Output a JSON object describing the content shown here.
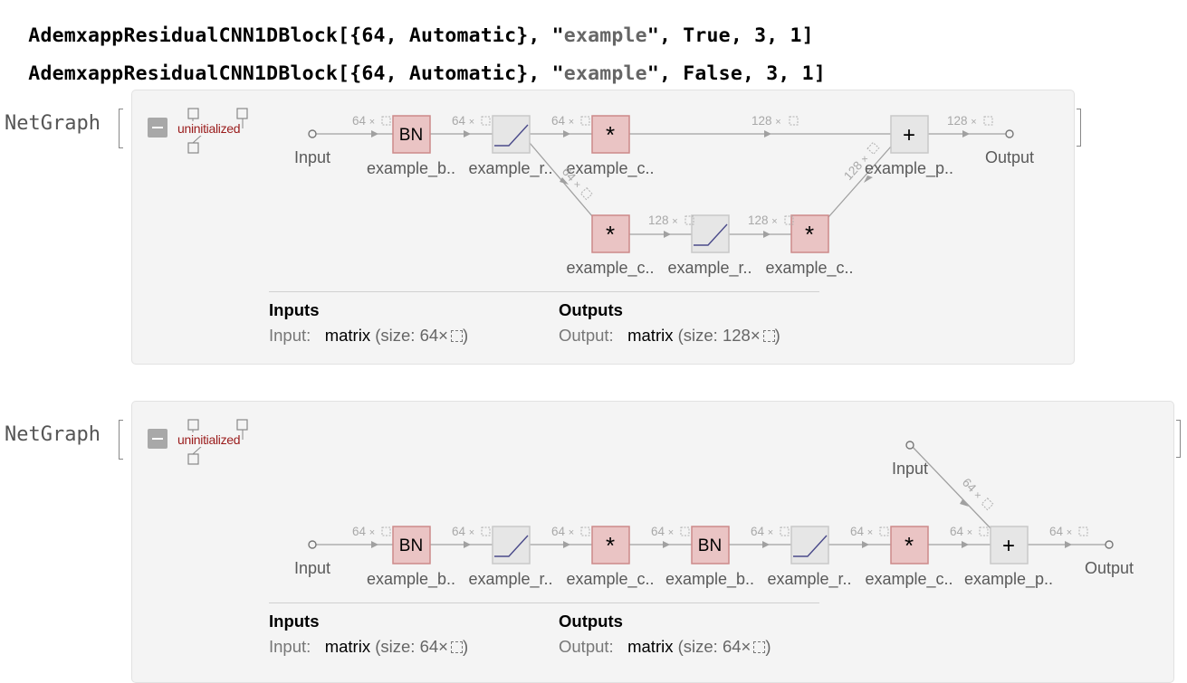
{
  "code_lines": [
    {
      "func": "AdemxappResidualCNN1DBlock",
      "open": "[{64, Automatic}, \"",
      "str": "example",
      "close": "\", True, 3, 1]"
    },
    {
      "func": "AdemxappResidualCNN1DBlock",
      "open": "[{64, Automatic}, \"",
      "str": "example",
      "close": "\", False, 3, 1]"
    }
  ],
  "output_label": "NetGraph",
  "uninitialized_label": "uninitialized",
  "graph1": {
    "nodes": [
      {
        "id": "input",
        "type": "port",
        "label": "Input"
      },
      {
        "id": "bn",
        "type": "bn",
        "symbol": "BN",
        "label": "example_b.."
      },
      {
        "id": "relu1",
        "type": "ramp",
        "label": "example_r.."
      },
      {
        "id": "conv1",
        "type": "conv",
        "symbol": "*",
        "label": "example_c.."
      },
      {
        "id": "total",
        "type": "total",
        "symbol": "+",
        "label": "example_p.."
      },
      {
        "id": "output",
        "type": "port",
        "label": "Output"
      },
      {
        "id": "conv2",
        "type": "conv",
        "symbol": "*",
        "label": "example_c.."
      },
      {
        "id": "relu2",
        "type": "ramp",
        "label": "example_r.."
      },
      {
        "id": "conv3",
        "type": "conv",
        "symbol": "*",
        "label": "example_c.."
      }
    ],
    "edge_dims": [
      "64",
      "64",
      "64",
      "128",
      "128",
      "64",
      "128",
      "128",
      "128"
    ],
    "dim_symbol": "×",
    "inputs": {
      "heading": "Inputs",
      "name": "Input:",
      "type": "matrix",
      "size_prefix": "(size: ",
      "size": "64",
      "times": "×",
      "size_suffix": ")"
    },
    "outputs": {
      "heading": "Outputs",
      "name": "Output:",
      "type": "matrix",
      "size_prefix": "(size: ",
      "size": "128",
      "times": "×",
      "size_suffix": ")"
    }
  },
  "graph2": {
    "nodes": [
      {
        "id": "input",
        "type": "port",
        "label": "Input"
      },
      {
        "id": "bn1",
        "type": "bn",
        "symbol": "BN",
        "label": "example_b.."
      },
      {
        "id": "relu1",
        "type": "ramp",
        "label": "example_r.."
      },
      {
        "id": "conv1",
        "type": "conv",
        "symbol": "*",
        "label": "example_c.."
      },
      {
        "id": "bn2",
        "type": "bn",
        "symbol": "BN",
        "label": "example_b.."
      },
      {
        "id": "relu2",
        "type": "ramp",
        "label": "example_r.."
      },
      {
        "id": "conv2",
        "type": "conv",
        "symbol": "*",
        "label": "example_c.."
      },
      {
        "id": "total",
        "type": "total",
        "symbol": "+",
        "label": "example_p.."
      },
      {
        "id": "output",
        "type": "port",
        "label": "Output"
      },
      {
        "id": "input2",
        "type": "port",
        "label": "Input"
      }
    ],
    "edge_dims": [
      "64",
      "64",
      "64",
      "64",
      "64",
      "64",
      "64",
      "64",
      "64"
    ],
    "dim_symbol": "×",
    "inputs": {
      "heading": "Inputs",
      "name": "Input:",
      "type": "matrix",
      "size_prefix": "(size: ",
      "size": "64",
      "times": "×",
      "size_suffix": ")"
    },
    "outputs": {
      "heading": "Outputs",
      "name": "Output:",
      "type": "matrix",
      "size_prefix": "(size: ",
      "size": "64",
      "times": "×",
      "size_suffix": ")"
    }
  },
  "colors": {
    "layer_red_fill": "#eac4c4",
    "layer_red_stroke": "#cc8a8a",
    "layer_gray_fill": "#e6e6e6",
    "layer_gray_stroke": "#c8c8c8",
    "edge": "#a0a0a0",
    "ramp_line": "#4a4a8a",
    "uninitialized": "#9a1c1c"
  }
}
